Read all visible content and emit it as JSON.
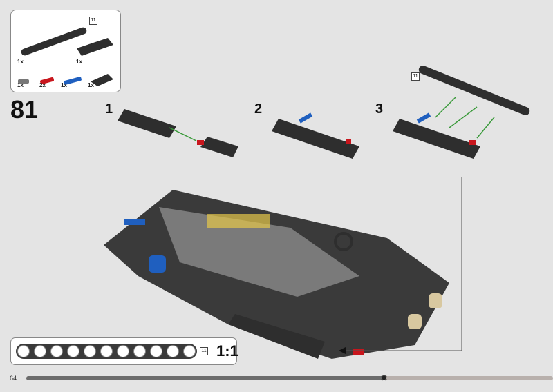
{
  "parts_list": {
    "items": [
      {
        "name": "beam-11",
        "qty": "1x",
        "length": "11"
      },
      {
        "name": "panel",
        "qty": "1x"
      },
      {
        "name": "gray-pin-connector",
        "qty": "1x"
      },
      {
        "name": "red-axle-pin",
        "qty": "2x"
      },
      {
        "name": "blue-axle-pin",
        "qty": "1x"
      },
      {
        "name": "small-panel",
        "qty": "1x"
      }
    ]
  },
  "step": {
    "number": "81",
    "substeps": [
      "1",
      "2",
      "3"
    ],
    "callout_length": "11"
  },
  "ruler": {
    "length": "11",
    "scale": "1:1"
  },
  "footer": {
    "page_number": "64",
    "progress": 0.68
  },
  "colors": {
    "background": "#e4e4e4",
    "brick_dark": "#2e2e2e",
    "red": "#c8161d",
    "blue": "#1f5fbf",
    "arrow": "#3a9a3a"
  }
}
